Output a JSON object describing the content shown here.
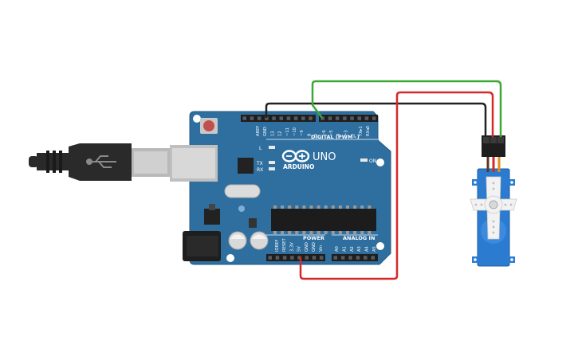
{
  "board": {
    "brand": "ARDUINO",
    "model": "UNO",
    "digital_header": "DIGITAL (PWM~)",
    "power_header": "POWER",
    "analog_header": "ANALOG IN",
    "led_l": "L",
    "led_tx": "TX",
    "led_rx": "RX",
    "led_on": "ON",
    "digital_pins": [
      "AREF",
      "GND",
      "13",
      "12",
      "~11",
      "~10",
      "~9",
      "8",
      "7",
      "~6",
      "~5",
      "4",
      "~3",
      "2",
      "TX▸1",
      "RX◂0"
    ],
    "power_pins": [
      "IOREF",
      "RESET",
      "3.3V",
      "5V",
      "GND",
      "GND",
      "Vin"
    ],
    "analog_pins": [
      "A0",
      "A1",
      "A2",
      "A3",
      "A4",
      "A5"
    ]
  },
  "colors": {
    "board": "#2f6fa0",
    "board_edge": "#245a85",
    "wire_signal": "#3aaa35",
    "wire_power": "#d62828",
    "wire_ground": "#222222",
    "servo_body": "#2b7bd0",
    "usb_cable": "#2a2a2a"
  },
  "icons": [
    "usb-symbol-icon",
    "arduino-infinity-logo-icon"
  ]
}
